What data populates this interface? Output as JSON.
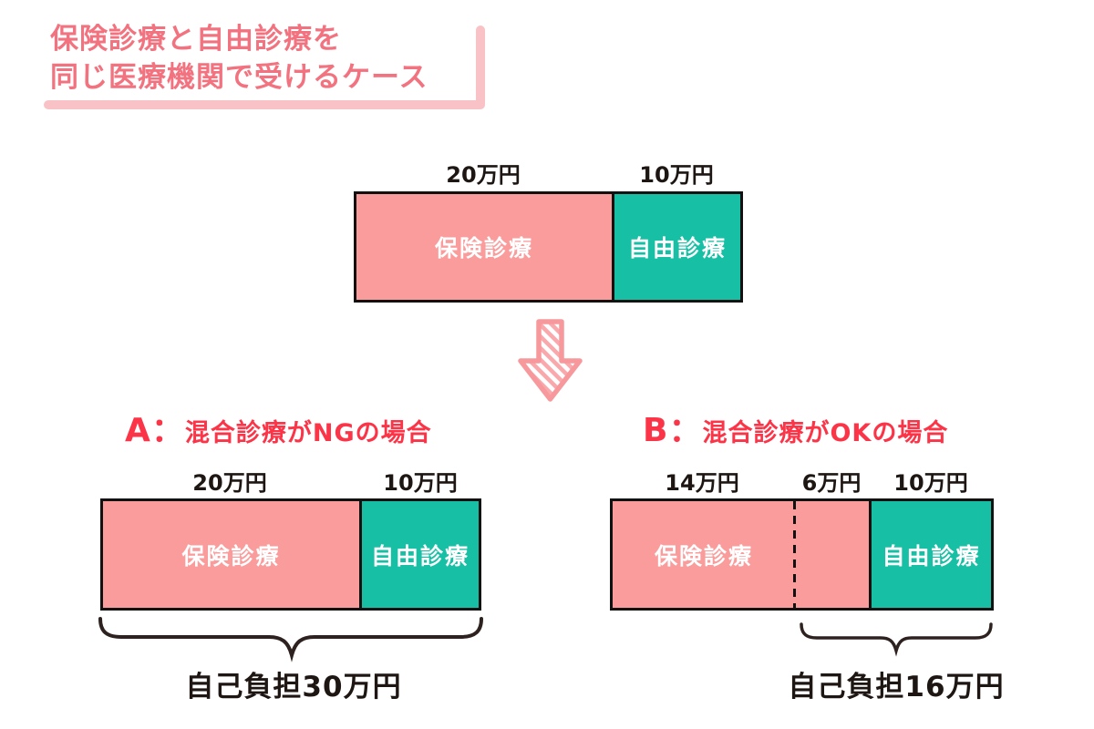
{
  "title": {
    "lines": [
      "保険診療と自由診療を",
      "同じ医療機関で受けるケース"
    ]
  },
  "total_bar": {
    "segments": [
      {
        "name": "保険診療",
        "amount_label": "20万円",
        "value_man_yen": 20
      },
      {
        "name": "自由診療",
        "amount_label": "10万円",
        "value_man_yen": 10
      }
    ]
  },
  "case_a": {
    "header": "A：混合診療がNGの場合",
    "segments": [
      {
        "name": "保険診療",
        "amount_label": "20万円",
        "value_man_yen": 20
      },
      {
        "name": "自由診療",
        "amount_label": "10万円",
        "value_man_yen": 10
      }
    ],
    "self_pay_label": "自己負担30万円"
  },
  "case_b": {
    "header": "B：混合診療がOKの場合",
    "segments": [
      {
        "name": "保険診療",
        "amount_label": "14万円",
        "value_man_yen": 14
      },
      {
        "name": "",
        "amount_label": "6万円",
        "value_man_yen": 6
      },
      {
        "name": "自由診療",
        "amount_label": "10万円",
        "value_man_yen": 10
      }
    ],
    "self_pay_label": "自己負担16万円"
  },
  "icons": {
    "down_arrow": "hand-drawn-down-arrow"
  },
  "colors": {
    "insurance_pink": "#fb9c9c",
    "free_care_teal": "#17bfa4",
    "title_pink": "#f2737f",
    "accent_light_pink": "#f8c2c6",
    "case_header_red": "#fc3448",
    "outline_black": "#111111",
    "brace_dark": "#2e2220",
    "arrow_pink": "#f7989c"
  }
}
